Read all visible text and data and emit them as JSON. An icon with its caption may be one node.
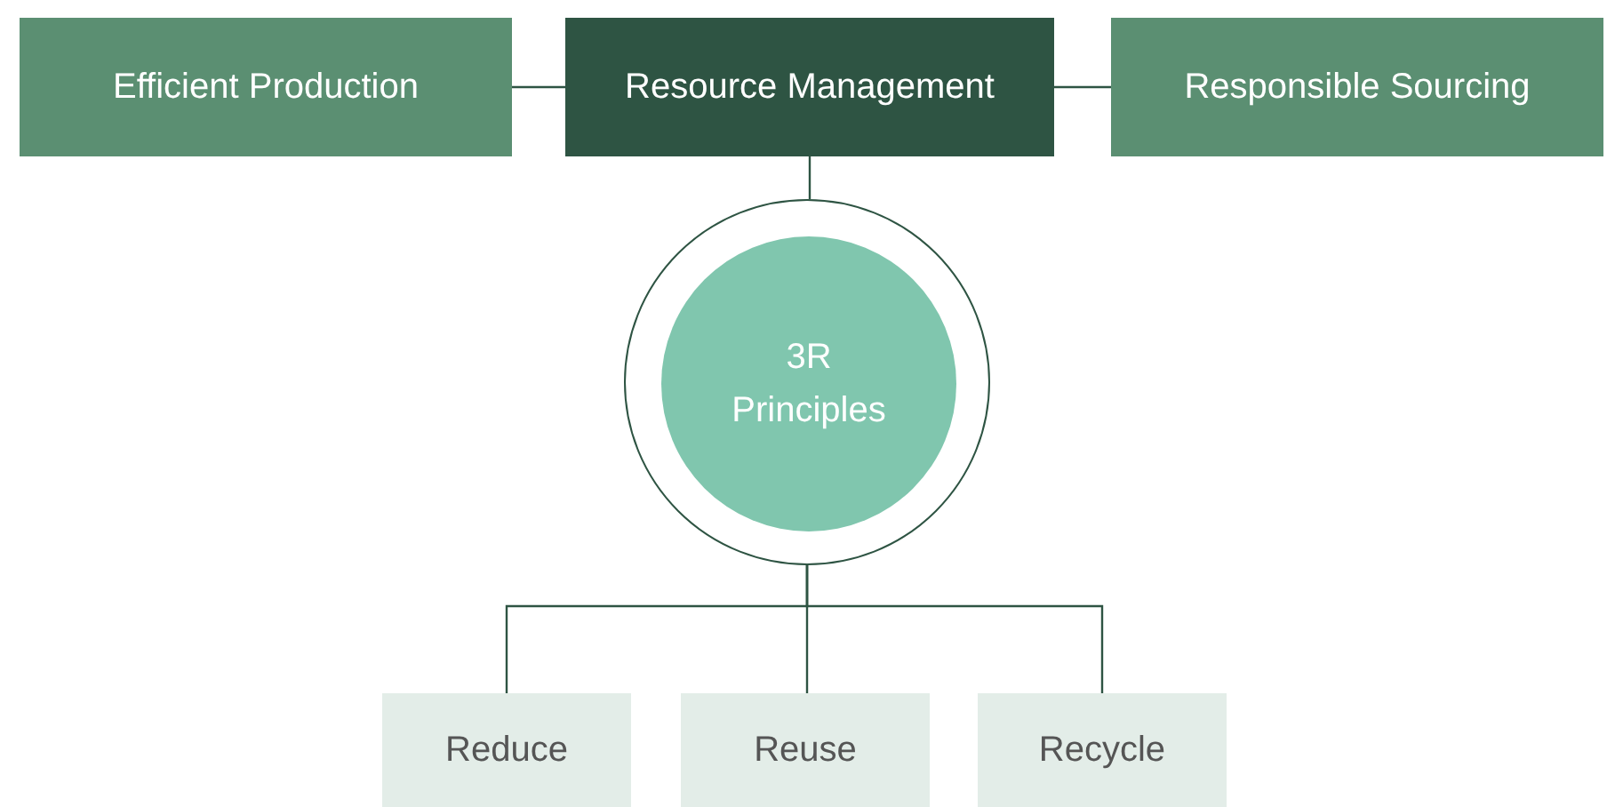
{
  "diagram": {
    "nodes": [
      {
        "text": [
          "Efficient Production"
        ]
      },
      {
        "text": [
          "Resource Management"
        ]
      },
      {
        "text": [
          "Responsible Sourcing"
        ]
      },
      {
        "text": [],
        "shape": "circle"
      },
      {
        "text": [
          "3R Principles"
        ],
        "in": 3
      },
      {
        "text": [
          "Reduce"
        ]
      },
      {
        "text": [
          "Reuse"
        ]
      },
      {
        "text": [
          "Recycle"
        ]
      }
    ],
    "edges": [
      {
        "from": 0,
        "to": 1,
        "arrow": "none"
      },
      {
        "from": 1,
        "to": 2,
        "arrow": "none"
      },
      {
        "from": 1,
        "to": 3,
        "arrow": "none"
      },
      {
        "from": 3,
        "to": 5,
        "arrow": "none"
      },
      {
        "from": 3,
        "to": 6,
        "arrow": "none"
      },
      {
        "from": 3,
        "to": 7,
        "arrow": "none"
      }
    ]
  }
}
